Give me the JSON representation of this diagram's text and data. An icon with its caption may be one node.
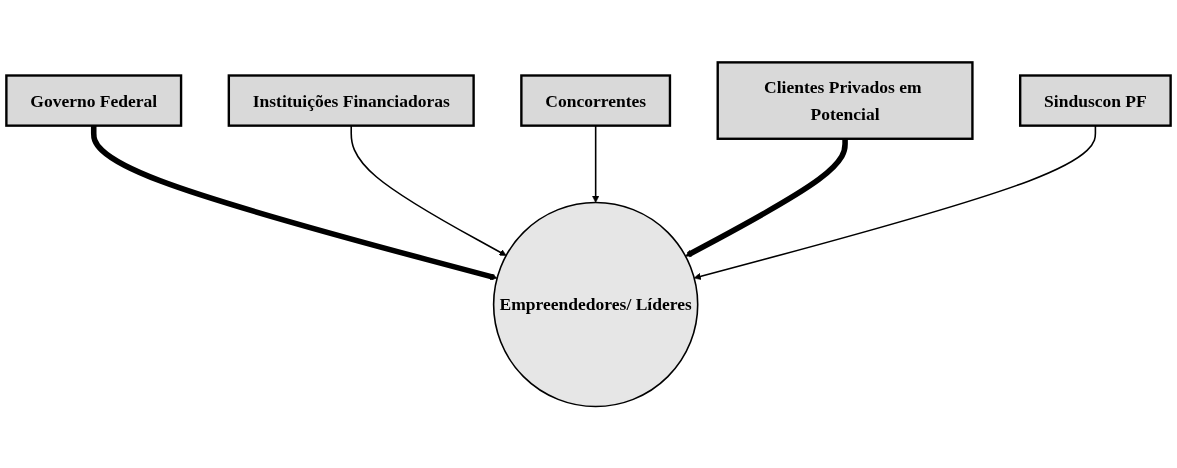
{
  "diagram": {
    "nodes": [
      {
        "text": [
          "Governo Federal"
        ]
      },
      {
        "text": [
          "Instituições Financiadoras"
        ]
      },
      {
        "text": [
          "Concorrentes"
        ]
      },
      {
        "text": [
          "Empreendedores/ Líderes"
        ]
      },
      {
        "text": [
          "Clientes Privados em Potencial"
        ]
      },
      {
        "text": [
          "Sinduscon PF"
        ]
      }
    ],
    "edges": [
      {
        "from": 0,
        "to": 3,
        "arrow": "to",
        "style": "thick"
      },
      {
        "from": 1,
        "to": 3,
        "arrow": "to"
      },
      {
        "from": 2,
        "to": 3,
        "arrow": "to"
      },
      {
        "from": 4,
        "to": 3,
        "arrow": "to",
        "style": "thick"
      },
      {
        "from": 5,
        "to": 3,
        "arrow": "to"
      }
    ]
  }
}
